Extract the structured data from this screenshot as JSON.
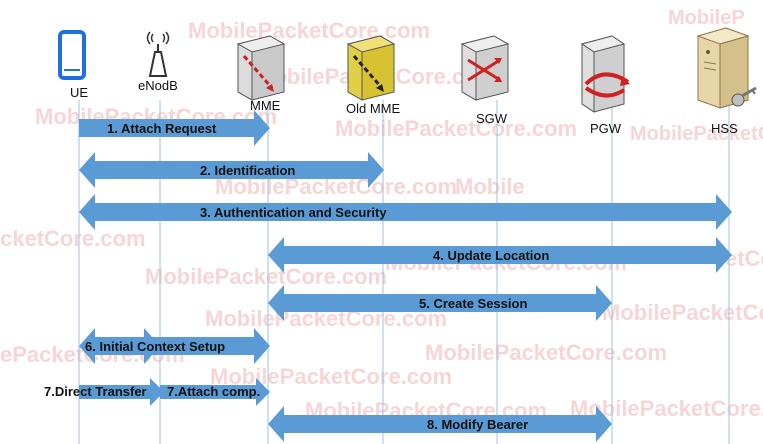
{
  "watermark": "MobilePacketCore.com",
  "watermark_partial": {
    "a": "MobileP",
    "b": "Mobile",
    "c": "cketCore.com",
    "d": "ePacketCore.com",
    "e": "Mobile",
    "f": "etCo",
    "g": "MobilePacketCore.co"
  },
  "nodes": [
    {
      "id": "ue",
      "label": "UE",
      "icon": "smartphone-icon"
    },
    {
      "id": "enodeb",
      "label": "eNodB",
      "icon": "antenna-icon"
    },
    {
      "id": "mme",
      "label": "MME",
      "icon": "mme-server-icon"
    },
    {
      "id": "oldmme",
      "label": "Old MME",
      "icon": "old-mme-server-icon"
    },
    {
      "id": "sgw",
      "label": "SGW",
      "icon": "sgw-router-icon"
    },
    {
      "id": "pgw",
      "label": "PGW",
      "icon": "pgw-server-icon"
    },
    {
      "id": "hss",
      "label": "HSS",
      "icon": "hss-server-key-icon"
    }
  ],
  "messages": [
    {
      "label": "1. Attach Request"
    },
    {
      "label": "2. Identification"
    },
    {
      "label": "3. Authentication and Security"
    },
    {
      "label": "4. Update Location"
    },
    {
      "label": "5. Create Session"
    },
    {
      "label": "6. Initial Context Setup"
    },
    {
      "label": "7.Direct Transfer"
    },
    {
      "label": "7.Attach comp."
    },
    {
      "label": "8. Modify Bearer"
    }
  ],
  "colors": {
    "arrow": "#5b9bd5",
    "lifeline": "#9ec3e6",
    "watermark": "#e36a6a"
  }
}
